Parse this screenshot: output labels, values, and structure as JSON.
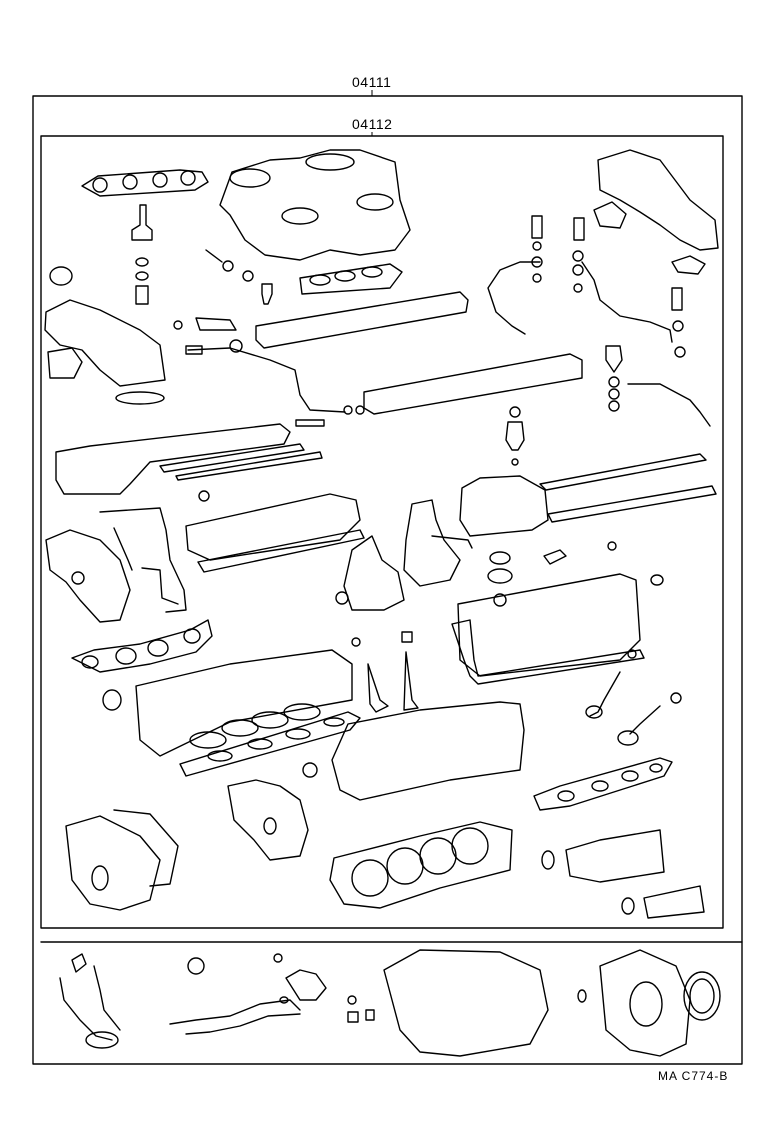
{
  "diagram": {
    "outer_part_number": "04111",
    "inner_part_number": "04112",
    "figure_code": "MA  C774-B"
  }
}
